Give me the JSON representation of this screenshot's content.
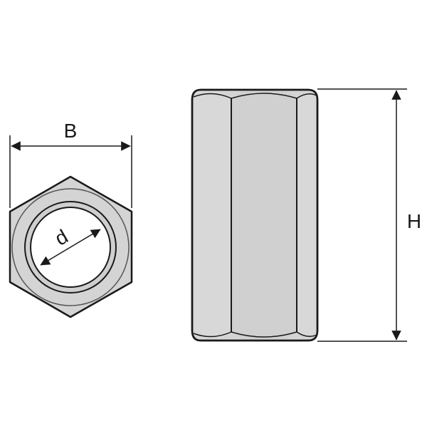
{
  "labels": {
    "width_across_flats": "B",
    "inner_diameter": "d",
    "height": "H"
  },
  "colors": {
    "stroke": "#1a1a1a",
    "fill": "#d4d4d4",
    "fill_light": "#dcdcdc",
    "fill_dark": "#c8c8c8",
    "background": "#ffffff"
  }
}
